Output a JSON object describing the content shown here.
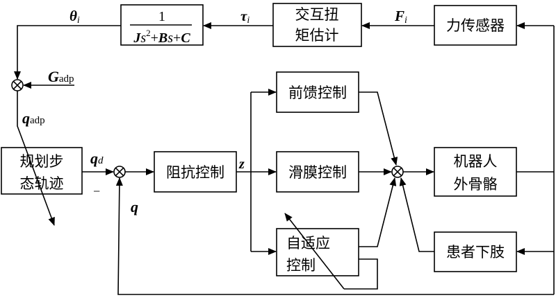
{
  "diagram": {
    "type": "control-block-diagram",
    "blocks": {
      "transfer_fn": {
        "numerator": "1",
        "denominator": {
          "J": "J",
          "s1": "s",
          "exp": "2",
          "plus1": "+",
          "B": "B",
          "s2": "s",
          "plus2": "+",
          "C": "C"
        }
      },
      "torque_estimator": {
        "line1": "交互扭",
        "line2": "矩估计"
      },
      "force_sensor": {
        "label": "力传感器"
      },
      "gait_planner": {
        "line1": "规划步",
        "line2": "态轨迹"
      },
      "impedance_control": {
        "label": "阻抗控制"
      },
      "feedforward_control": {
        "label": "前馈控制"
      },
      "sliding_mode_control": {
        "label": "滑膜控制"
      },
      "adaptive_control": {
        "line1": "自适应",
        "line2": "控制"
      },
      "exoskeleton": {
        "line1": "机器人",
        "line2": "外骨骼"
      },
      "patient_limb": {
        "label": "患者下肢"
      }
    },
    "signals": {
      "theta_i": {
        "main": "θ",
        "sub": "i"
      },
      "tau_i": {
        "main": "τ",
        "sub": "i"
      },
      "F_i": {
        "main": "F",
        "sub": "i"
      },
      "G_adp": {
        "main": "G",
        "sub": "adp"
      },
      "q_adp": {
        "main": "q",
        "sub": "adp"
      },
      "q_d": {
        "main": "q",
        "sub": "d"
      },
      "minus": "−",
      "q": "q",
      "z": "z"
    },
    "summing_junctions": [
      "adaptation-sum",
      "reference-sum",
      "control-sum"
    ],
    "colors": {
      "line": "#000000",
      "background": "#ffffff"
    }
  }
}
